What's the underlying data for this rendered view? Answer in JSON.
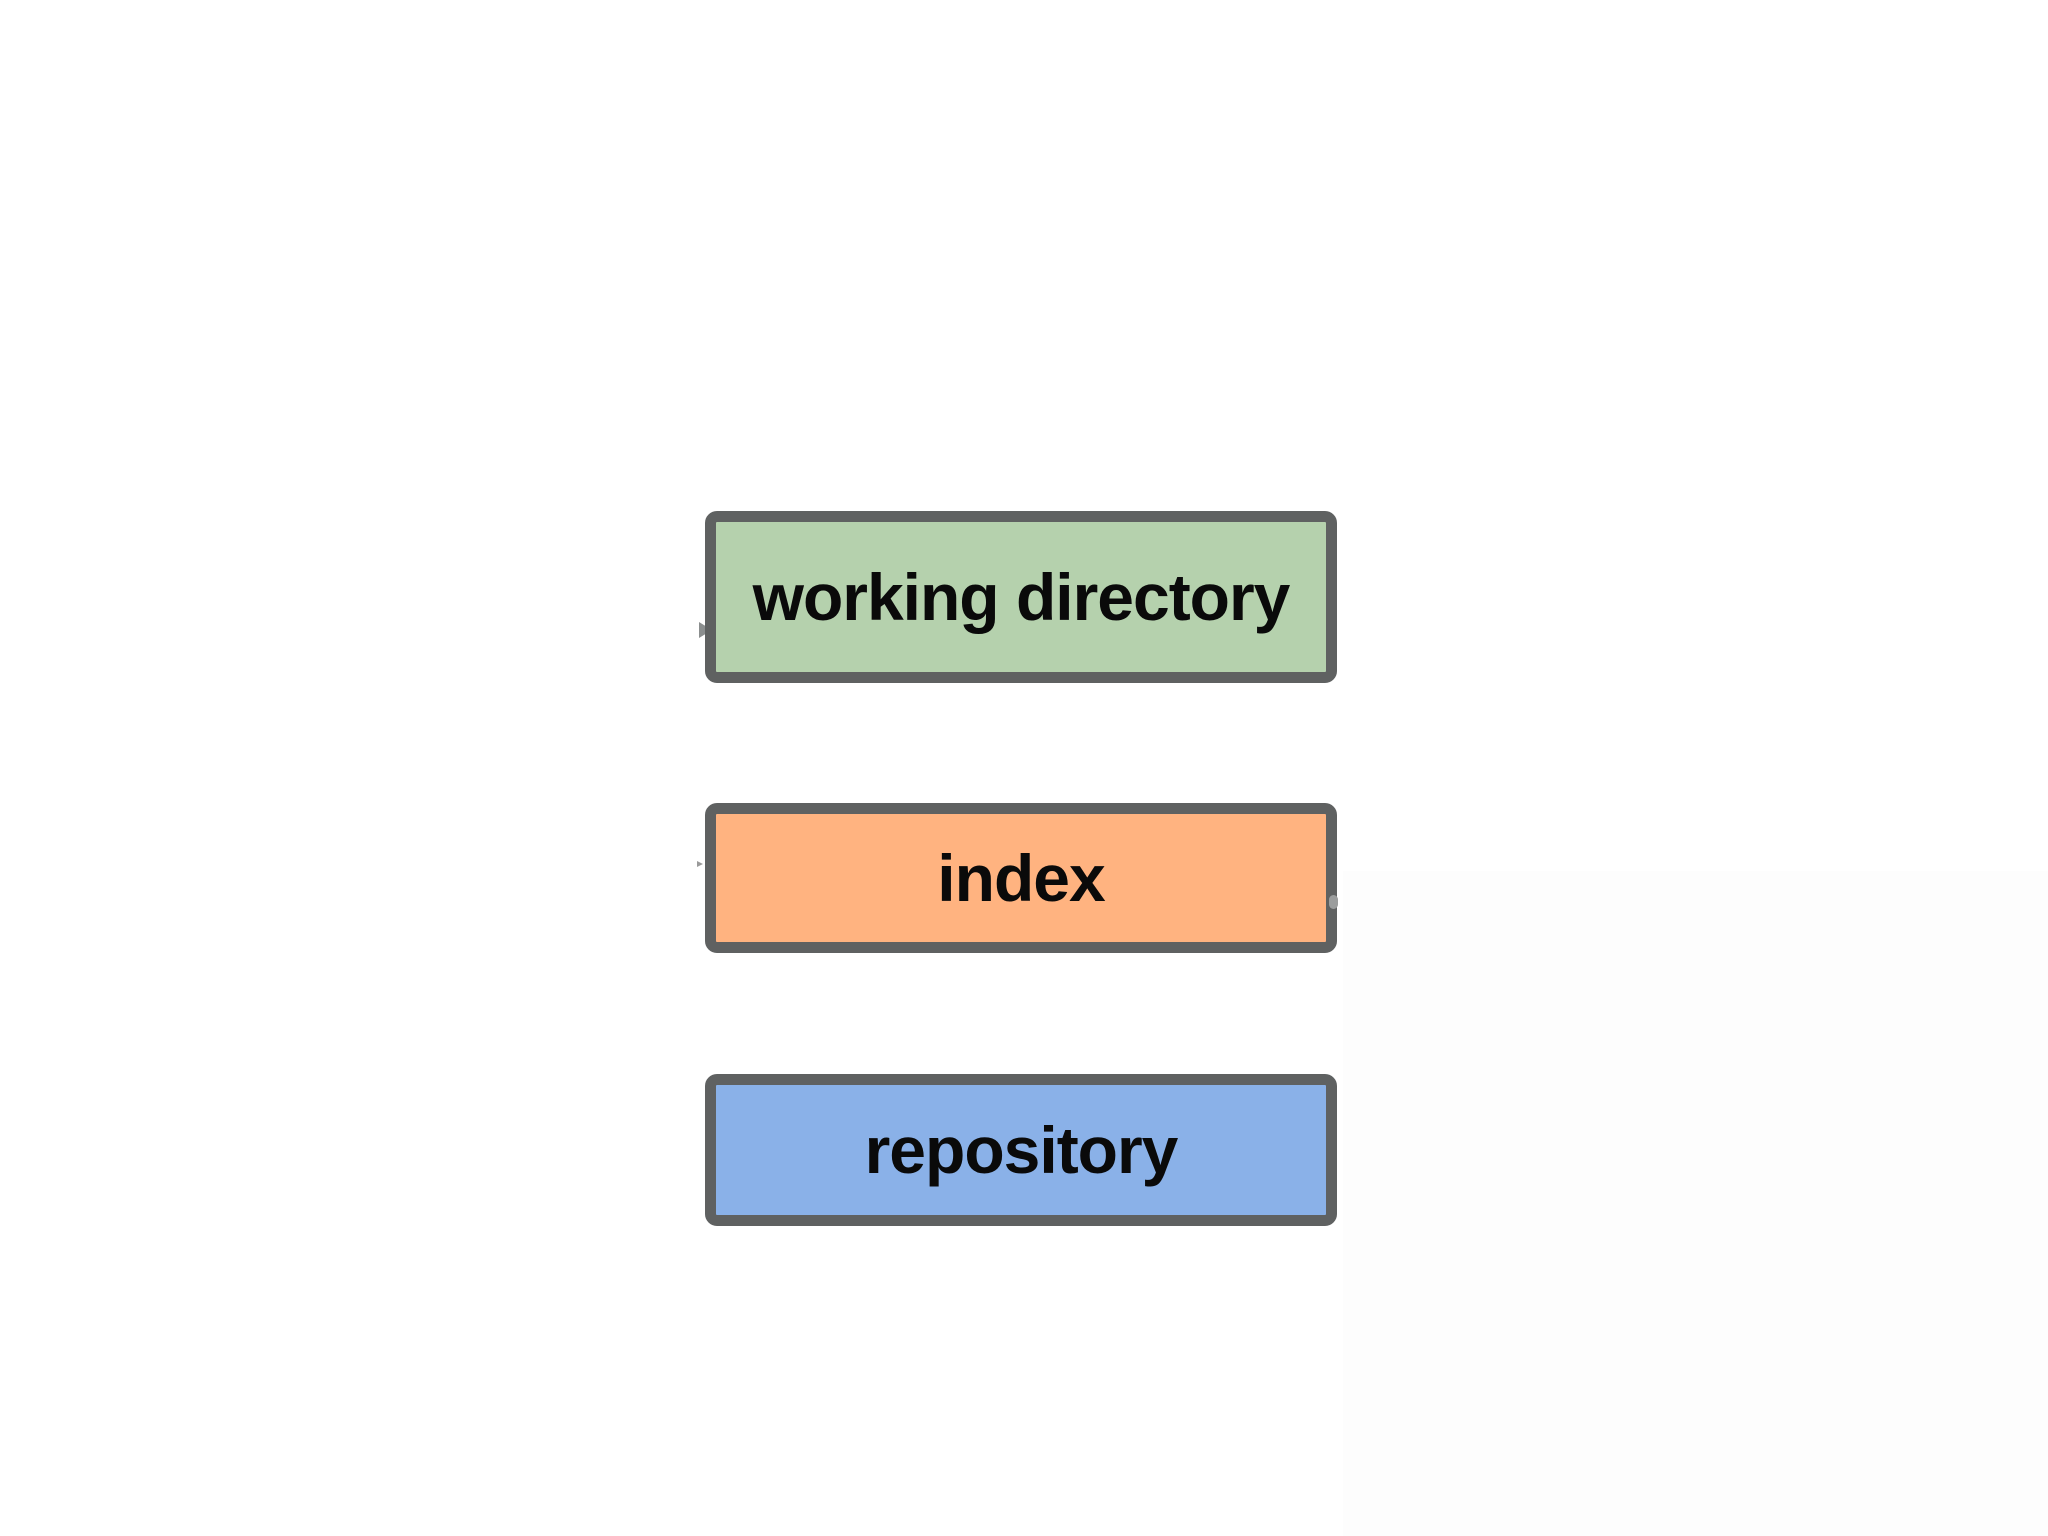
{
  "diagram": {
    "background_color": "#ffffff",
    "border_color": "#5f6161",
    "text_color": "#0a0a0a",
    "boxes": [
      {
        "id": "working-directory",
        "label": "working directory",
        "fill": "#b5d1ad"
      },
      {
        "id": "index",
        "label": "index",
        "fill": "#ffb380"
      },
      {
        "id": "repository",
        "label": "repository",
        "fill": "#8ab1e8"
      }
    ]
  }
}
